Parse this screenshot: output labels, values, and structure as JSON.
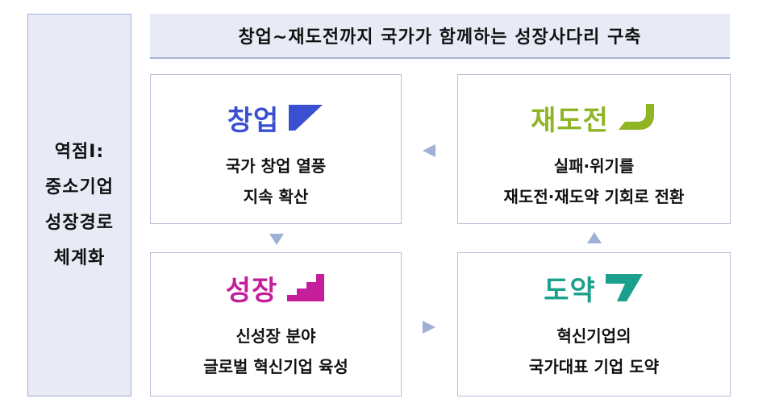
{
  "sidebar": {
    "lines": [
      "역점Ⅰ:",
      "중소기업",
      "성장경로",
      "체계화"
    ]
  },
  "banner": {
    "title": "창업~재도전까지 국가가 함께하는 성장사다리 구축"
  },
  "cards": [
    {
      "title": "창업",
      "lines": [
        "국가 창업 열풍",
        "지속 확산"
      ],
      "color": "#3b4fd1",
      "icon": "flag-icon"
    },
    {
      "title": "재도전",
      "lines": [
        "실패·위기를",
        "재도전·재도약 기회로 전환"
      ],
      "color": "#8fb524",
      "icon": "swoosh-icon"
    },
    {
      "title": "성장",
      "lines": [
        "신성장 분야",
        "글로벌 혁신기업 육성"
      ],
      "color": "#c41e9a",
      "icon": "stairs-icon"
    },
    {
      "title": "도약",
      "lines": [
        "혁신기업의",
        "국가대표 기업 도약"
      ],
      "color": "#1aa08c",
      "icon": "leap-icon"
    }
  ],
  "arrow_color": "#9fb0d6"
}
